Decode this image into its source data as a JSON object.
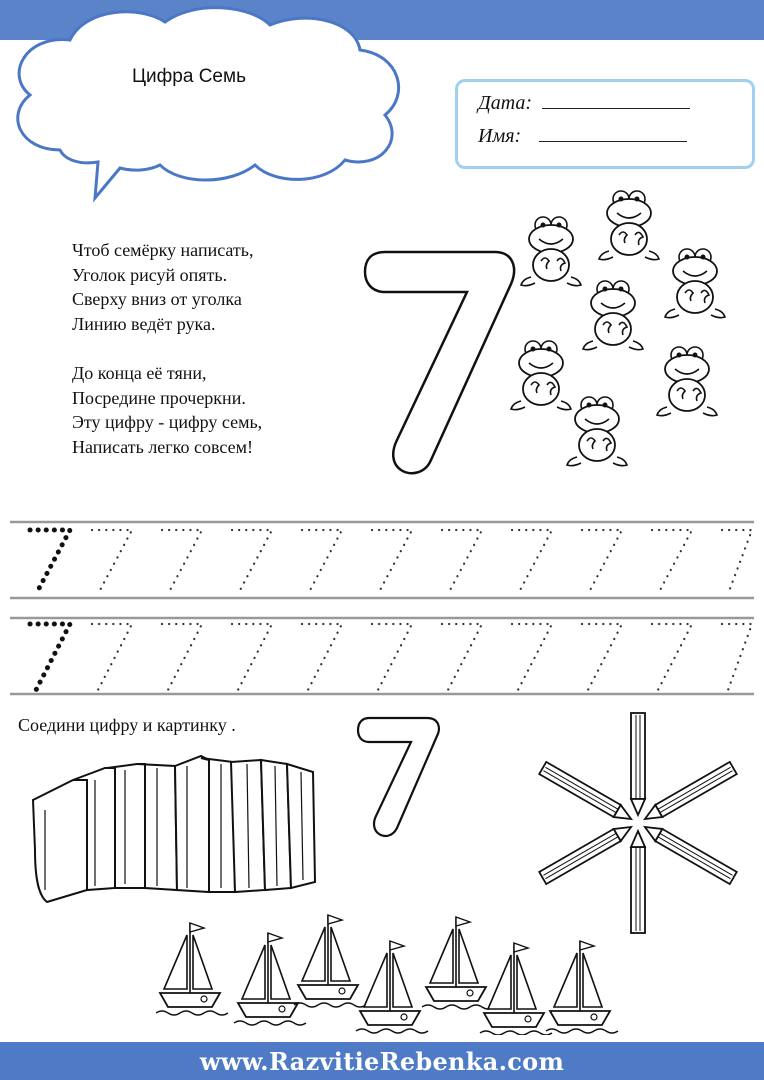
{
  "header": {
    "title": "Цифра Семь",
    "date_label": "Дата:",
    "name_label": "Имя:"
  },
  "poem": {
    "stanza1": [
      "Чтоб семёрку написать,",
      "Уголок рисуй опять.",
      "Сверху вниз от уголка",
      "Линию ведёт рука."
    ],
    "stanza2": [
      "До конца её тяни,",
      "Посредине прочеркни.",
      "Эту цифру - цифру семь,",
      "Написать легко совсем!"
    ]
  },
  "big_digit": "7",
  "task": {
    "instruction": "Соедини цифру и картинку .",
    "digit": "7"
  },
  "footer": {
    "website": "www.RazvitieRebenka.com"
  },
  "colors": {
    "band": "#5b83c9",
    "info_border": "#9fd0ef",
    "cloud_border": "#4a78c6"
  },
  "icons": [
    "frog-icon",
    "books-icon",
    "pencils-icon",
    "sailboat-icon"
  ]
}
